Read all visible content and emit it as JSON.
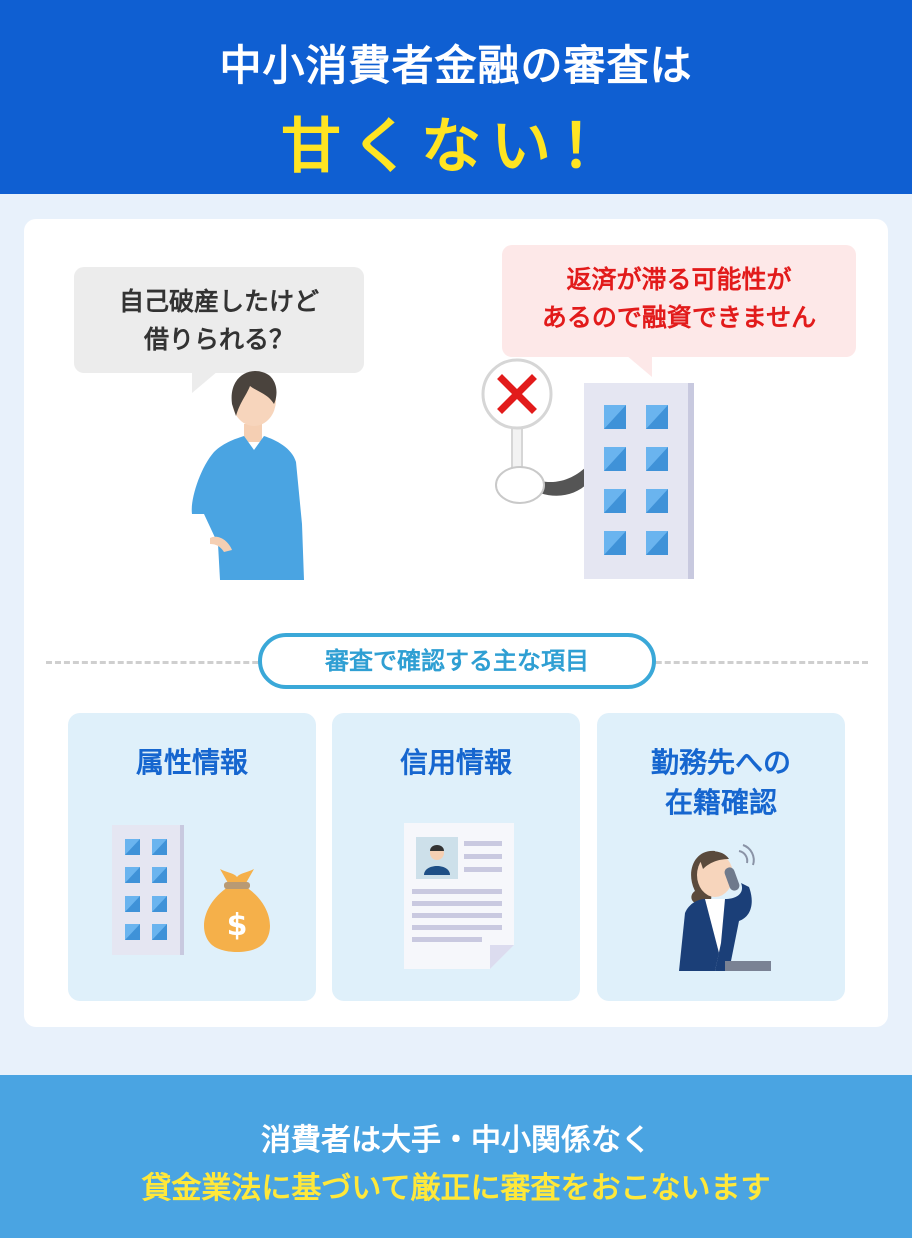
{
  "header": {
    "title_line1": "中小消費者金融の審査は",
    "title_line2": "甘くない！",
    "colors": {
      "background": "#0f5fd2",
      "line1": "#ffffff",
      "line2": "#ffe422"
    }
  },
  "scene": {
    "customer_bubble": {
      "line1": "自己破産したけど",
      "line2": "借りられる？"
    },
    "lender_bubble": {
      "line1": "返済が滞る可能性が",
      "line2": "あるので融資できません"
    },
    "icons": [
      "man-in-blue-sweater-icon",
      "building-icon",
      "red-x-sign-icon"
    ]
  },
  "section": {
    "label": "審査で確認する主な項目"
  },
  "items": [
    {
      "title_line1": "属性情報",
      "title_line2": "",
      "icon": "building-and-money-bag-icon"
    },
    {
      "title_line1": "信用情報",
      "title_line2": "",
      "icon": "credit-report-document-icon"
    },
    {
      "title_line1": "勤務先への",
      "title_line2": "在籍確認",
      "icon": "woman-on-phone-icon"
    }
  ],
  "footer": {
    "line1": "消費者は大手・中小関係なく",
    "line2": "貸金業法に基づいて厳正に審査をおこないます",
    "colors": {
      "background": "#4aa4e2",
      "line1": "#ffffff",
      "line2": "#ffe83a"
    }
  }
}
